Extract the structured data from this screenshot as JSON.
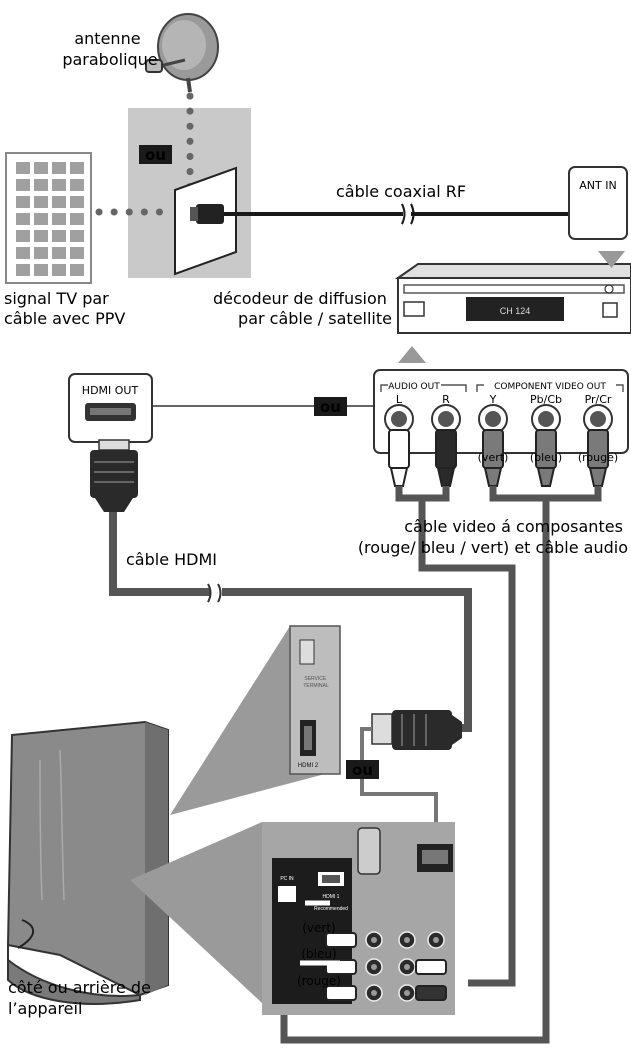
{
  "labels": {
    "dish": "antenne\nparabolique",
    "cable_tv": "signal TV par\ncâble avec PPV",
    "coax": "câble coaxial RF",
    "ant_in": "ANT IN",
    "decoder": "décodeur de diffusion\npar câble / satellite",
    "hdmi_out": "HDMI OUT",
    "audio_out": "AUDIO OUT",
    "component_out": "COMPONENT VIDEO OUT",
    "jack_L": "L",
    "jack_R": "R",
    "jack_Y": "Y",
    "jack_Pb": "Pb/Cb",
    "jack_Pr": "Pr/Cr",
    "color_green": "(vert)",
    "color_blue": "(bleu)",
    "color_red": "(rouge)",
    "component_cable": "câble video á composantes\n(rouge/ bleu / vert) et câble audio",
    "hdmi_cable": "câble HDMI",
    "device": "côté ou arrière de\nl’appareil",
    "or": "ou",
    "side_hdmi": "HDMI 2",
    "service": "SERVICE\nTERMINAL",
    "rear_hdmi1": "HDMI 1",
    "rear_recommended": "Recommended",
    "rear_pcin": "PC IN",
    "decoder_display": "CH 124"
  },
  "colors": {
    "cable": "#555555",
    "panel": "#c8c8c8",
    "device": "#8a8a8a",
    "or_badge": "#1a1a1a"
  }
}
